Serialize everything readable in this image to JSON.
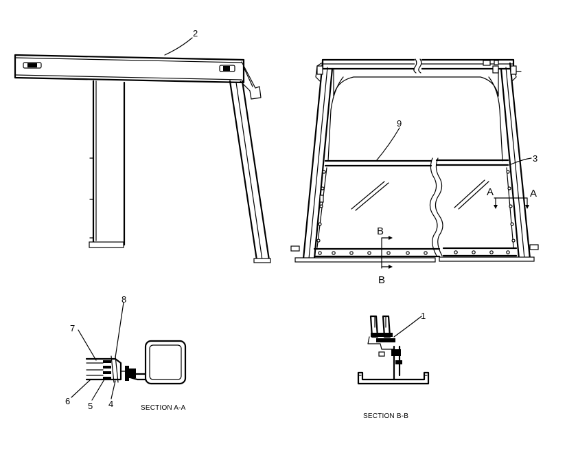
{
  "diagram": {
    "callouts": [
      {
        "id": "1"
      },
      {
        "id": "2"
      },
      {
        "id": "3"
      },
      {
        "id": "4"
      },
      {
        "id": "5"
      },
      {
        "id": "6"
      },
      {
        "id": "7"
      },
      {
        "id": "8"
      },
      {
        "id": "9"
      }
    ],
    "section_markers": {
      "a_left": "A",
      "a_right": "A",
      "b_top": "B",
      "b_bottom": "B"
    },
    "captions": {
      "section_aa": "SECTION A-A",
      "section_bb": "SECTION B-B"
    }
  }
}
